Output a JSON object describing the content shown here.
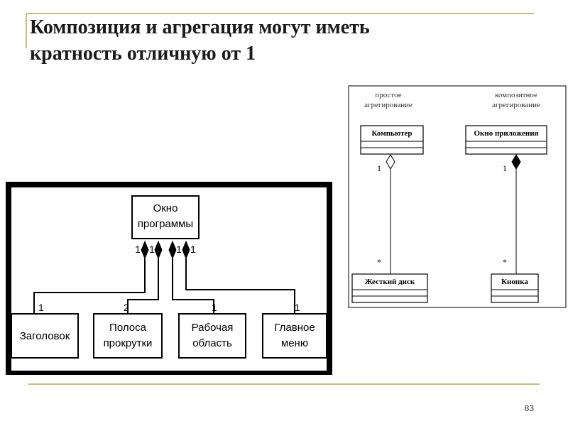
{
  "slide": {
    "title_line1": "Композиция и агрегация могут иметь",
    "title_line2": "кратность отличную от 1",
    "page_number": "83"
  },
  "left_diagram": {
    "parent": {
      "line1": "Окно",
      "line2": "программы"
    },
    "children": [
      {
        "line1": "Заголовок",
        "line2": "",
        "multiplicity": "1"
      },
      {
        "line1": "Полоса",
        "line2": "прокрутки",
        "multiplicity": "2"
      },
      {
        "line1": "Рабочая",
        "line2": "область",
        "multiplicity": "1"
      },
      {
        "line1": "Главное",
        "line2": "меню",
        "multiplicity": "1"
      }
    ],
    "parent_multiplicities": [
      "1",
      "1",
      "1",
      "1"
    ]
  },
  "right_diagram": {
    "simple": {
      "caption_line1": "простое",
      "caption_line2": "агрегирование",
      "whole": "Компьютер",
      "part": "Жесткий диск",
      "whole_multiplicity": "1",
      "part_multiplicity": "*"
    },
    "composite": {
      "caption_line1": "композитное",
      "caption_line2": "агрегирование",
      "whole": "Окно приложения",
      "part": "Кнопка",
      "whole_multiplicity": "1",
      "part_multiplicity": "*"
    }
  }
}
